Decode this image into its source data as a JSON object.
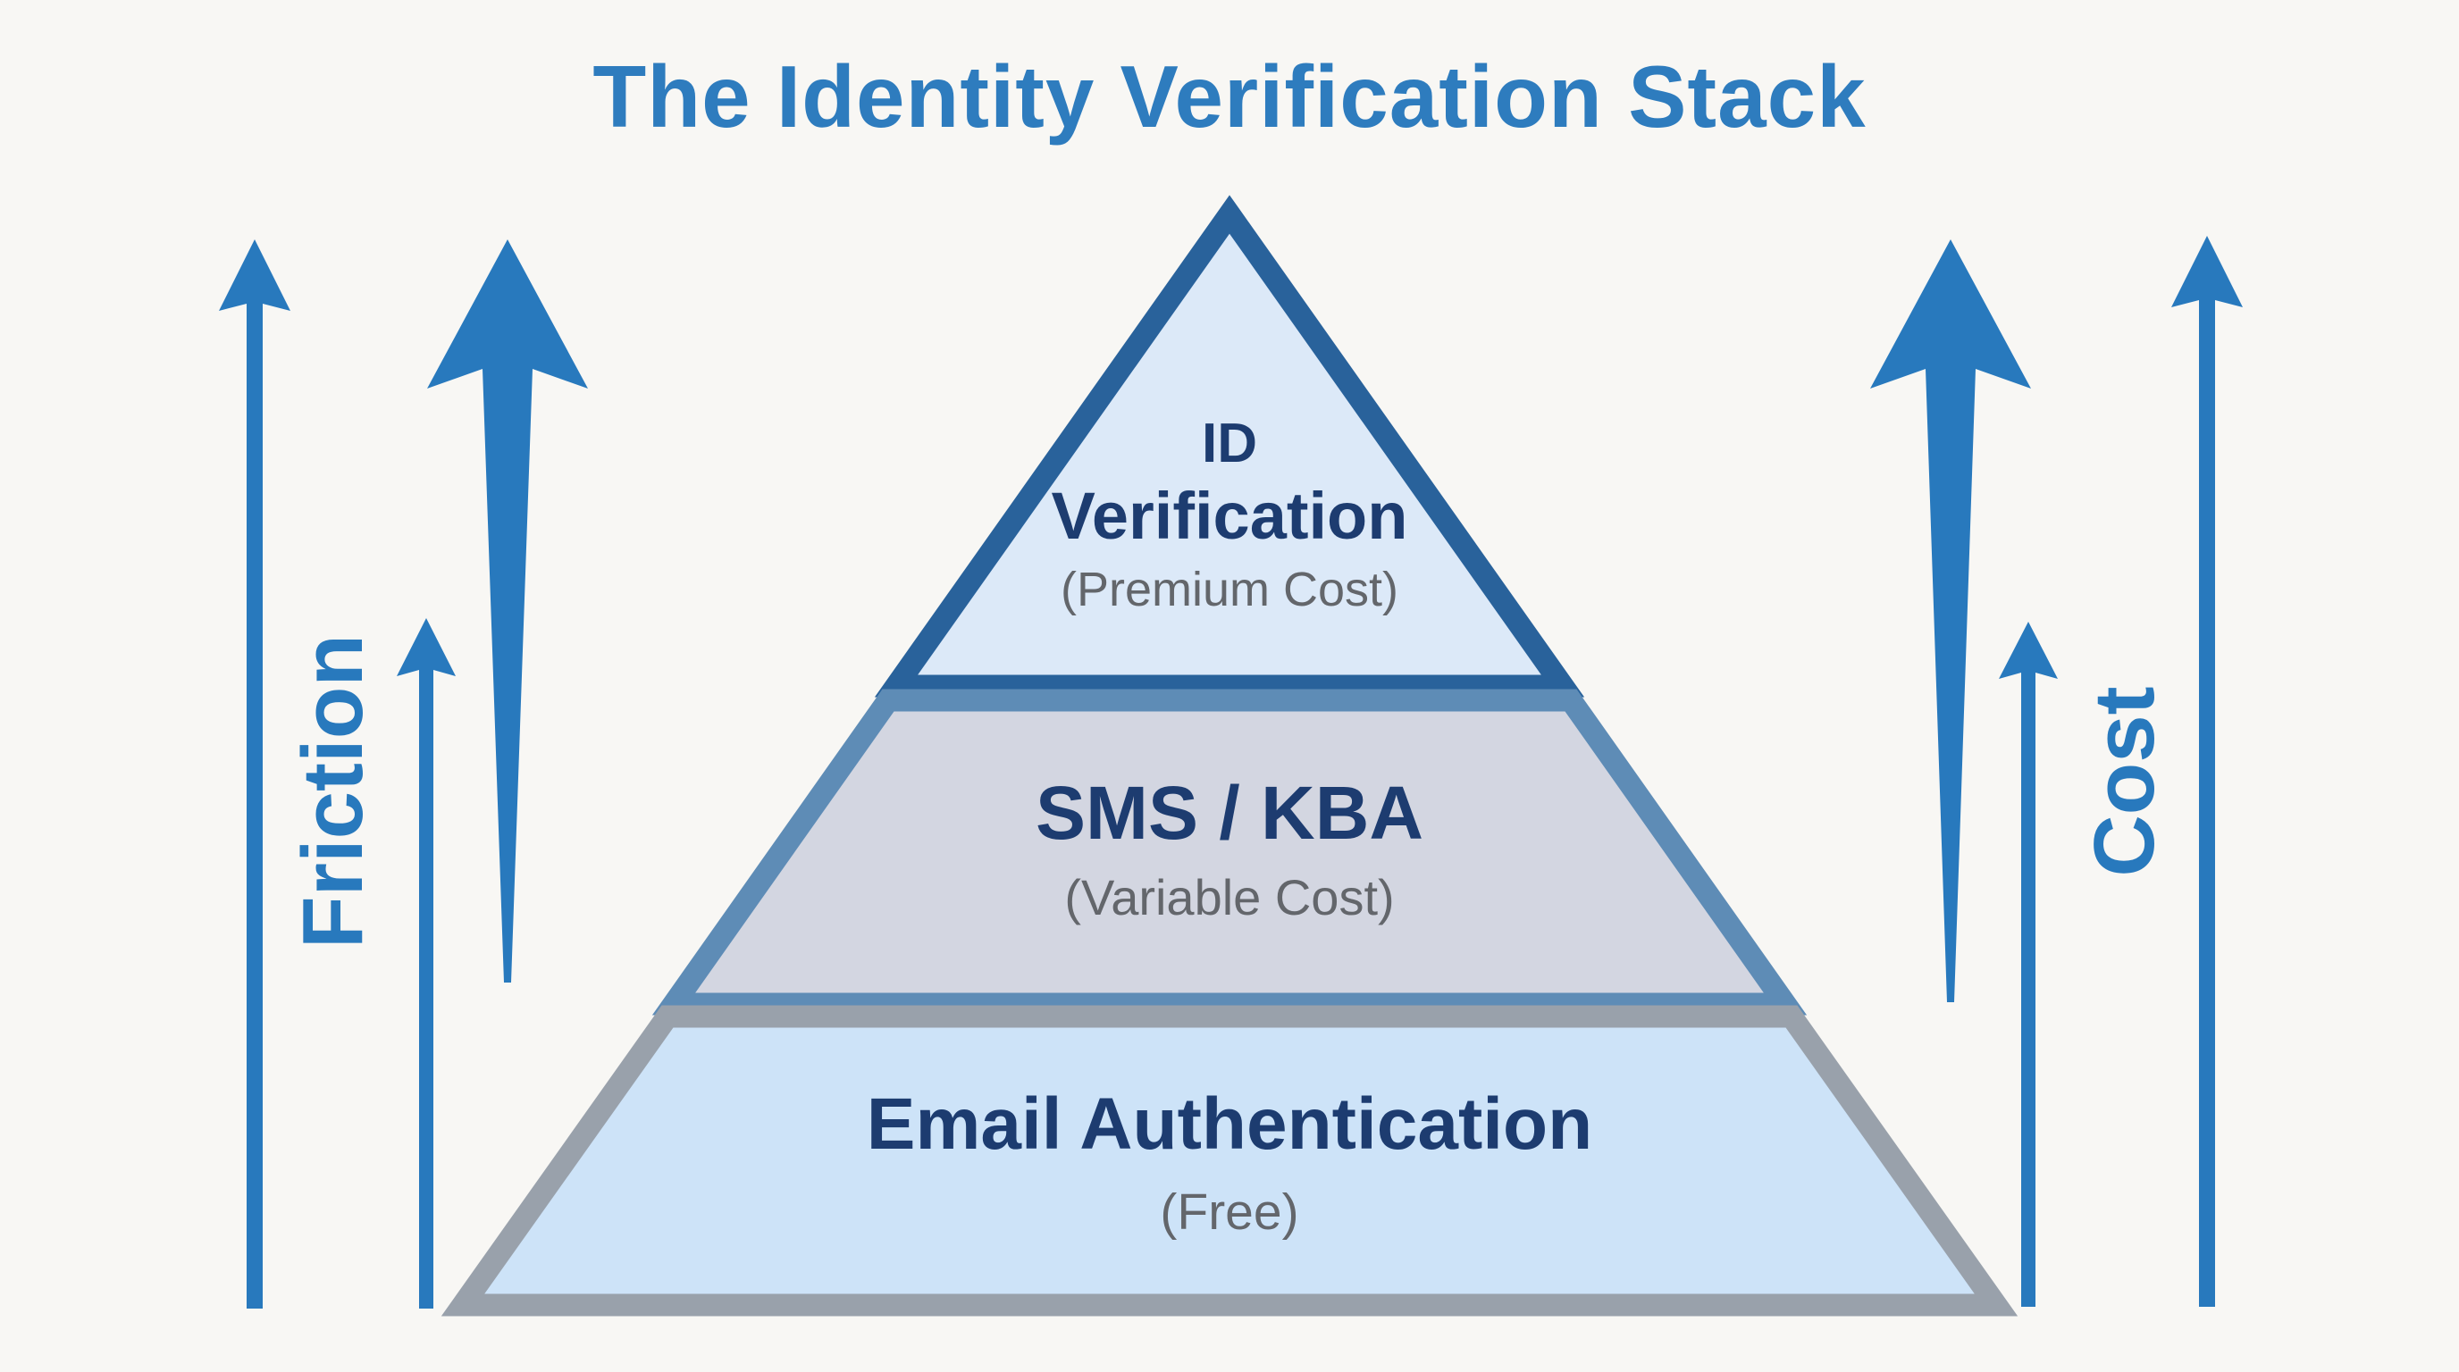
{
  "title": "The Identity Verification Stack",
  "axes": {
    "left": {
      "label": "Friction",
      "direction": "up"
    },
    "right": {
      "label": "Cost",
      "direction": "up"
    }
  },
  "pyramid": {
    "tiers": [
      {
        "id": "id-verification",
        "title_lines": [
          "ID",
          "Verification"
        ],
        "cost": "(Premium Cost)"
      },
      {
        "id": "sms-kba",
        "title": "SMS / KBA",
        "cost": "(Variable Cost)"
      },
      {
        "id": "email-authentication",
        "title": "Email Authentication",
        "cost": "(Free)"
      }
    ]
  },
  "colors": {
    "background": "#f8f7f4",
    "title-blue": "#2e7cbe",
    "arrow-blue": "#2879bd",
    "tier1-fill": "#dce9f8",
    "tier1-border": "#29629b",
    "tier2-fill": "#d3d6e1",
    "tier2-border": "#5e8cb6",
    "tier3-fill": "#cde3f8",
    "tier3-border": "#99a1ab",
    "heading-navy": "#1d3c70",
    "cost-gray": "#63666b"
  }
}
